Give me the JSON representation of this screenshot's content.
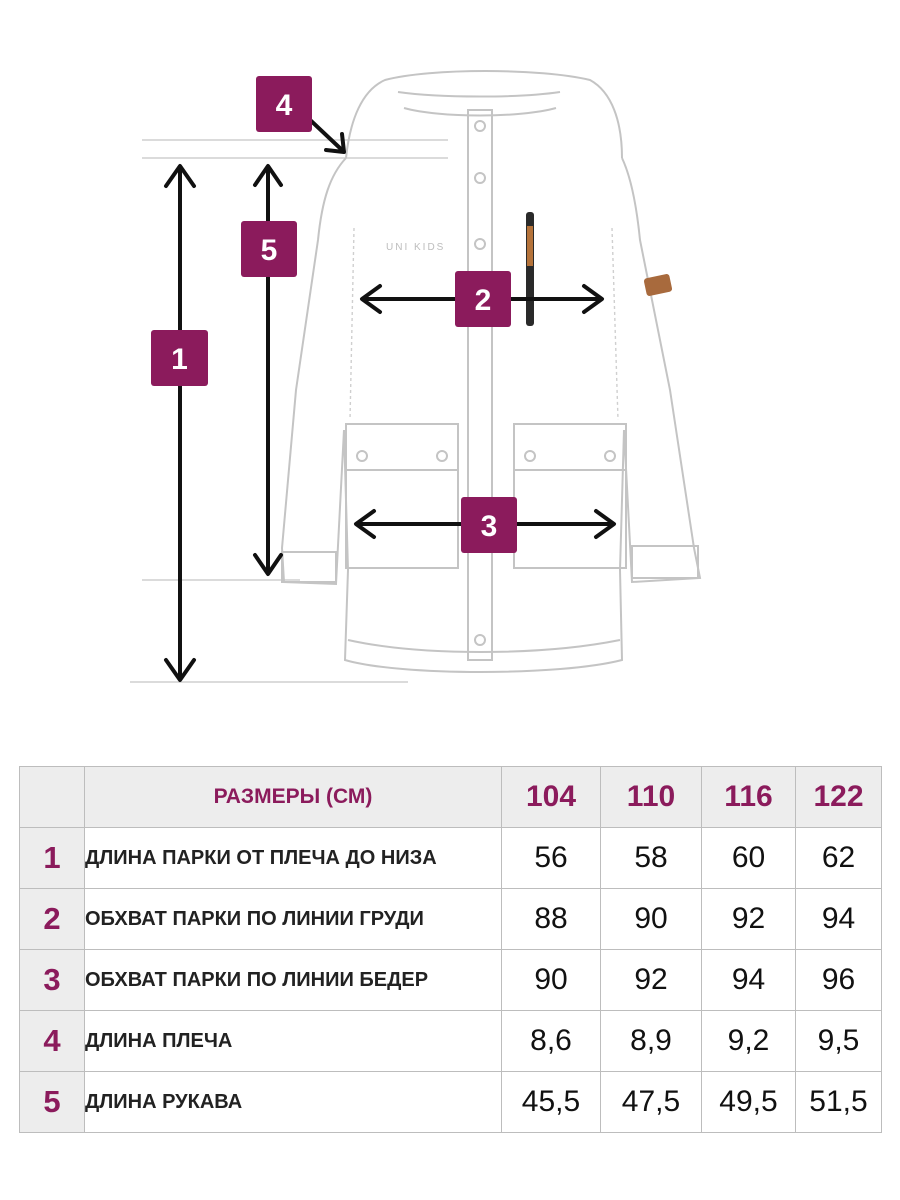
{
  "diagram": {
    "brand_label": "UNI KIDS",
    "markers": [
      "1",
      "2",
      "3",
      "4",
      "5"
    ]
  },
  "table": {
    "header": "РАЗМЕРЫ (СМ)",
    "sizes": [
      "104",
      "110",
      "116",
      "122"
    ],
    "rows": [
      {
        "num": "1",
        "label": "ДЛИНА ПАРКИ ОТ ПЛЕЧА ДО НИЗА",
        "values": [
          "56",
          "58",
          "60",
          "62"
        ]
      },
      {
        "num": "2",
        "label": "ОБХВАТ ПАРКИ ПО ЛИНИИ ГРУДИ",
        "values": [
          "88",
          "90",
          "92",
          "94"
        ]
      },
      {
        "num": "3",
        "label": "ОБХВАТ ПАРКИ ПО ЛИНИИ БЕДЕР",
        "values": [
          "90",
          "92",
          "94",
          "96"
        ]
      },
      {
        "num": "4",
        "label": "ДЛИНА ПЛЕЧА",
        "values": [
          "8,6",
          "8,9",
          "9,2",
          "9,5"
        ]
      },
      {
        "num": "5",
        "label": "ДЛИНА РУКАВА",
        "values": [
          "45,5",
          "47,5",
          "49,5",
          "51,5"
        ]
      }
    ]
  },
  "colors": {
    "accent": "#8b1b5c",
    "header_bg": "#ededed",
    "border": "#bdbdbd"
  }
}
